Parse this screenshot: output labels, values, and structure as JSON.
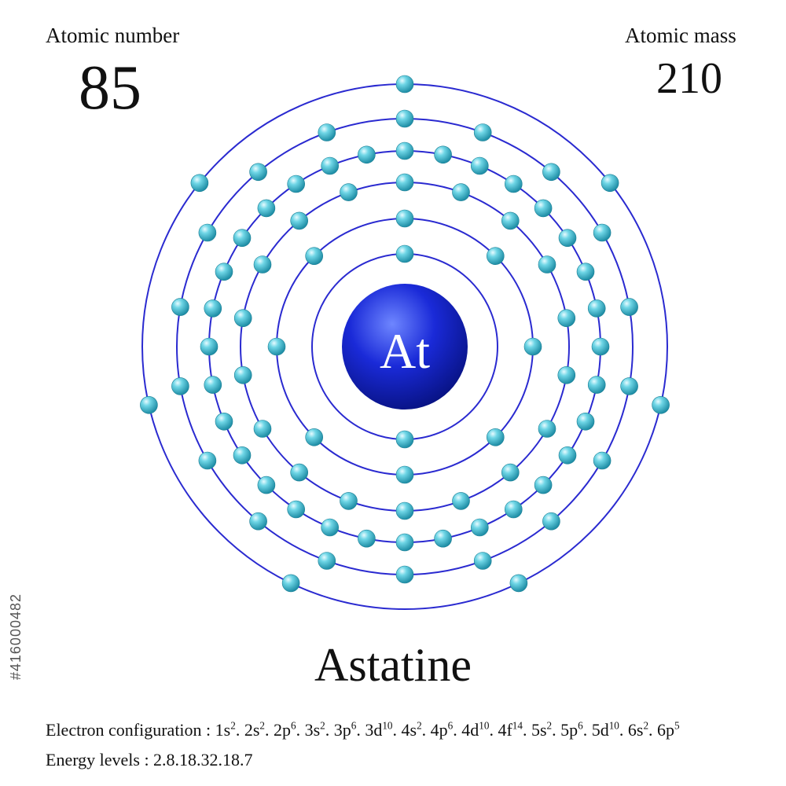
{
  "atomic_number_label": "Atomic number",
  "atomic_number": "85",
  "atomic_mass_label": "Atomic mass",
  "atomic_mass": "210",
  "symbol": "At",
  "element_name": "Astatine",
  "electron_configuration_label": "Electron configuration : ",
  "electron_configuration": [
    {
      "orbital": "1s",
      "count": "2"
    },
    {
      "orbital": "2s",
      "count": "2"
    },
    {
      "orbital": "2p",
      "count": "6"
    },
    {
      "orbital": "3s",
      "count": "2"
    },
    {
      "orbital": "3p",
      "count": "6"
    },
    {
      "orbital": "3d",
      "count": "10"
    },
    {
      "orbital": "4s",
      "count": "2"
    },
    {
      "orbital": "4p",
      "count": "6"
    },
    {
      "orbital": "4d",
      "count": "10"
    },
    {
      "orbital": "4f",
      "count": "14"
    },
    {
      "orbital": "5s",
      "count": "2"
    },
    {
      "orbital": "5p",
      "count": "6"
    },
    {
      "orbital": "5d",
      "count": "10"
    },
    {
      "orbital": "6s",
      "count": "2"
    },
    {
      "orbital": "6p",
      "count": "5"
    }
  ],
  "energy_levels_text": "Energy levels : 2.8.18.32.18.7",
  "shell_electron_counts": [
    2,
    8,
    18,
    32,
    18,
    7
  ],
  "side_id": "#416000482",
  "colors": {
    "orbit": "#2a2ad0",
    "electron": "#4cc4d8",
    "nucleus": "#1a24c8",
    "text": "#111111"
  }
}
